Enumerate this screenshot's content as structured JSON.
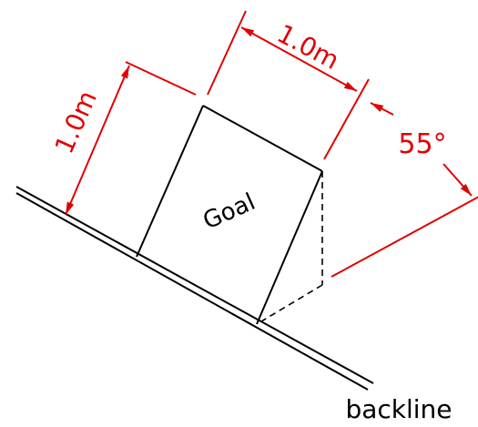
{
  "labels": {
    "goal": "Goal",
    "width_dim": "1.0m",
    "depth_dim": "1.0m",
    "angle": "55°",
    "backline": "backline"
  },
  "colors": {
    "geometry": "#000000",
    "dimension": "#e00000"
  }
}
